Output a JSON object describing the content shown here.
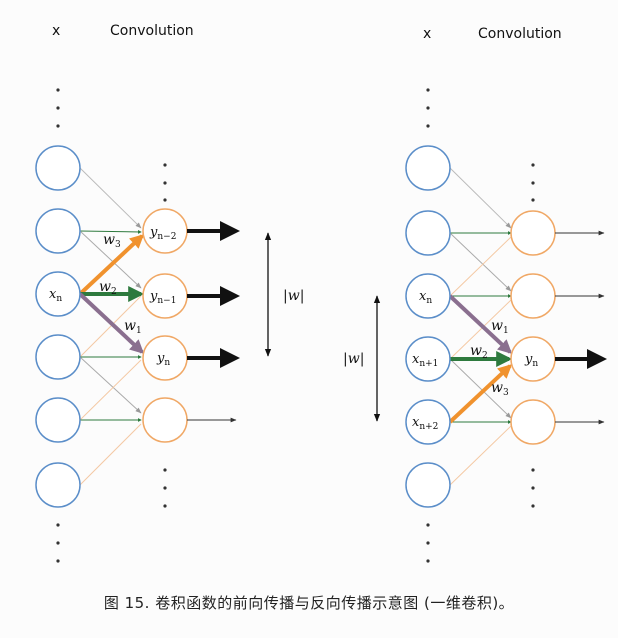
{
  "left_panel": {
    "header_x": "x",
    "header_conv": "Convolution",
    "input_label_base": "x",
    "input_label_sub": "n",
    "output_labels": [
      {
        "base": "y",
        "sub": "n−2"
      },
      {
        "base": "y",
        "sub": "n−1"
      },
      {
        "base": "y",
        "sub": "n"
      }
    ],
    "weights": [
      {
        "base": "w",
        "sub": "3"
      },
      {
        "base": "w",
        "sub": "2"
      },
      {
        "base": "w",
        "sub": "1"
      }
    ],
    "span_label": "|w|"
  },
  "right_panel": {
    "header_x": "x",
    "header_conv": "Convolution",
    "input_labels": [
      {
        "base": "x",
        "sub": "n"
      },
      {
        "base": "x",
        "sub": "n+1"
      },
      {
        "base": "x",
        "sub": "n+2"
      }
    ],
    "output_label": {
      "base": "y",
      "sub": "n"
    },
    "weights": [
      {
        "base": "w",
        "sub": "1"
      },
      {
        "base": "w",
        "sub": "2"
      },
      {
        "base": "w",
        "sub": "3"
      }
    ],
    "span_label": "|w|"
  },
  "colors": {
    "input_node": "#5b8ec9",
    "output_node": "#f0a866",
    "orange_arrow": "#f0922e",
    "green_arrow": "#2e7a3e",
    "purple_arrow": "#8a6f8f",
    "thin_line": "#bfbfbf"
  },
  "caption": "图 15.  卷积函数的前向传播与反向传播示意图 (一维卷积)。"
}
